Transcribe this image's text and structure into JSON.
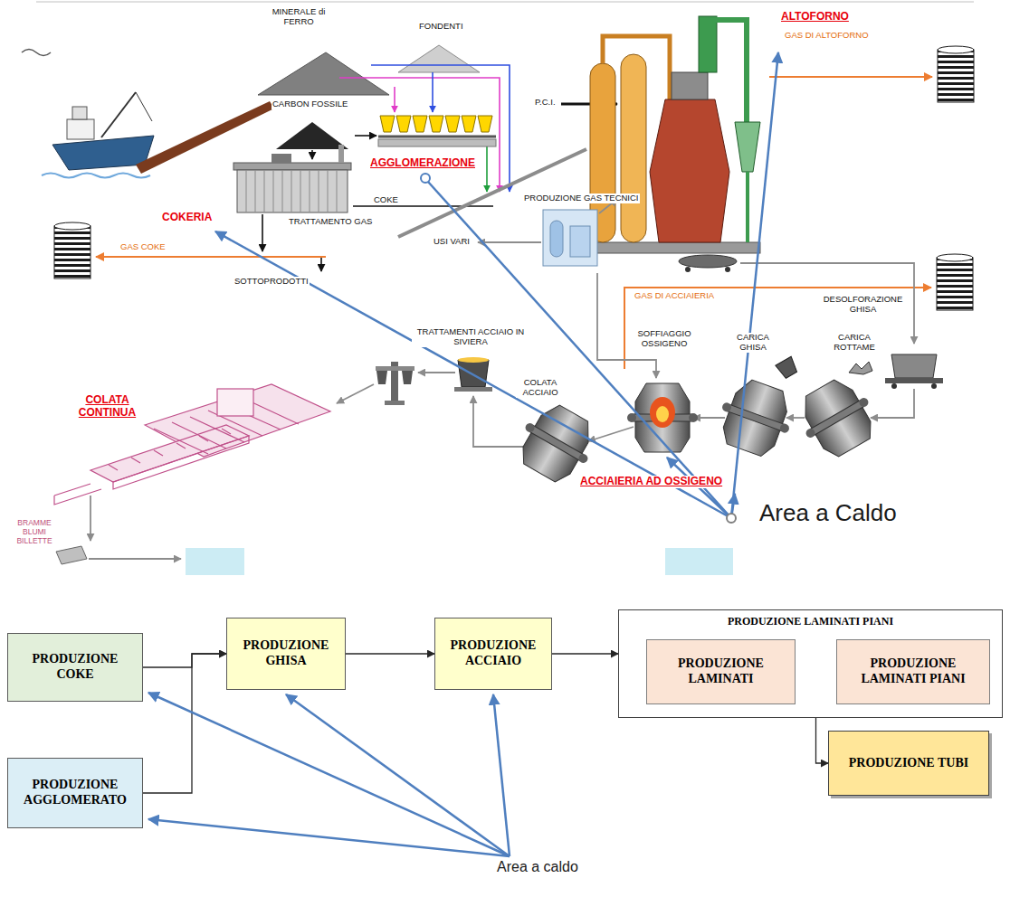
{
  "diagram": {
    "nodes": [
      {
        "text": [
          "PRODUZIONE COKE"
        ]
      },
      {
        "text": [
          "PRODUZIONE AGGLOMERATO"
        ]
      },
      {
        "text": [
          "PRODUZIONE GHISA"
        ]
      },
      {
        "text": [
          "PRODUZIONE ACCIAIO"
        ]
      },
      {
        "text": [
          "PRODUZIONE LAMINATI PIANI"
        ]
      },
      {
        "text": [
          "PRODUZIONE LAMINATI"
        ],
        "in": 4
      },
      {
        "text": [
          "PRODUZIONE LAMINATI PIANI"
        ],
        "in": 4
      },
      {
        "text": [
          "PRODUZIONE TUBI"
        ]
      }
    ],
    "edges": [
      {
        "from": 0,
        "to": 2,
        "arrow": "to"
      },
      {
        "from": 1,
        "to": 2,
        "arrow": "to"
      },
      {
        "from": 2,
        "to": 3,
        "arrow": "to"
      },
      {
        "from": 3,
        "to": 4,
        "arrow": "to"
      },
      {
        "from": 5,
        "to": 6,
        "arrow": "to"
      },
      {
        "from": 5,
        "to": 7,
        "arrow": "to"
      }
    ],
    "labels": [
      "MINERALE di FERRO",
      "FONDENTI",
      "ALTOFORNO",
      "GAS DI ALTOFORNO",
      "CARBON FOSSILE",
      "P.C.I.",
      "AGGLOMERAZIONE",
      "COKE",
      "COKERIA",
      "TRATTAMENTO GAS",
      "PRODUZIONE GAS TECNICI",
      "GAS COKE",
      "USI VARI",
      "SOTTOPRODOTTI",
      "TRATTAMENTI ACCIAIO IN SIVIERA",
      "GAS DI ACCIAIERIA",
      "DESOLFORAZIONE GHISA",
      "SOFFIAGGIO OSSIGENO",
      "CARICA GHISA",
      "CARICA ROTTAME",
      "COLATA ACCIAIO",
      "COLATA CONTINUA",
      "ACCIAIERIA AD OSSIGENO",
      "BRAMME BLUMI BILLETTE",
      "Area a Caldo",
      "Area a caldo"
    ]
  }
}
